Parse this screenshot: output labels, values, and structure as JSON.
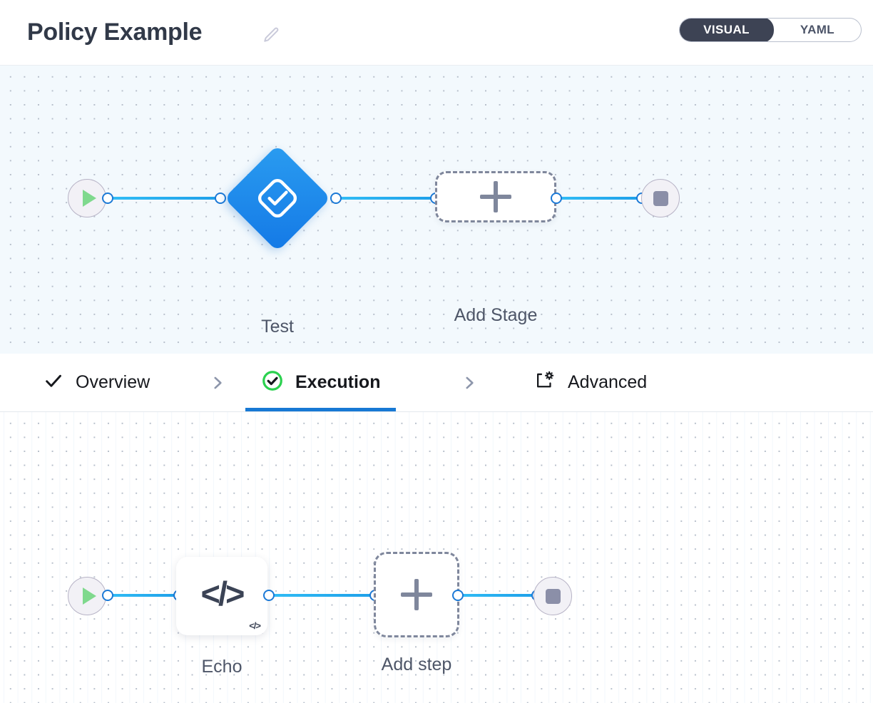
{
  "header": {
    "title": "Policy Example",
    "edit_icon": "pencil-icon",
    "mode_toggle": {
      "options": [
        "VISUAL",
        "YAML"
      ],
      "selected": "VISUAL",
      "visual_label": "VISUAL",
      "yaml_label": "YAML",
      "active_bg": "#3d4354"
    }
  },
  "stage_canvas": {
    "background": "#f3f9fd",
    "start_node": {
      "name": "start",
      "icon": "play-icon",
      "color": "#7fd98d"
    },
    "end_node": {
      "name": "end",
      "icon": "stop-square-icon",
      "color": "#8b8fa8"
    },
    "nodes": [
      {
        "label": "Test",
        "type": "stage",
        "icon": "check-square-icon",
        "color": "#1479e6"
      },
      {
        "label": "Add Stage",
        "type": "add",
        "icon": "plus-icon"
      }
    ],
    "edge_color": "#31bdf5"
  },
  "tabs": {
    "items": [
      {
        "label": "Overview",
        "icon": "check-icon",
        "active": false
      },
      {
        "label": "Execution",
        "icon": "check-circle-green-icon",
        "active": true
      },
      {
        "label": "Advanced",
        "icon": "box-gear-icon",
        "active": false
      }
    ],
    "separator_icon": "chevron-right-icon",
    "active_underline_color": "#1779d4"
  },
  "step_canvas": {
    "background": "#ffffff",
    "start_node": {
      "name": "start",
      "icon": "play-icon",
      "color": "#7fd98d"
    },
    "end_node": {
      "name": "end",
      "icon": "stop-square-icon",
      "color": "#8b8fa8"
    },
    "nodes": [
      {
        "label": "Echo",
        "type": "step",
        "icon": "code-icon",
        "badge": "</>"
      },
      {
        "label": "Add step",
        "type": "add",
        "icon": "plus-icon"
      }
    ],
    "edge_color": "#31bdf5"
  }
}
